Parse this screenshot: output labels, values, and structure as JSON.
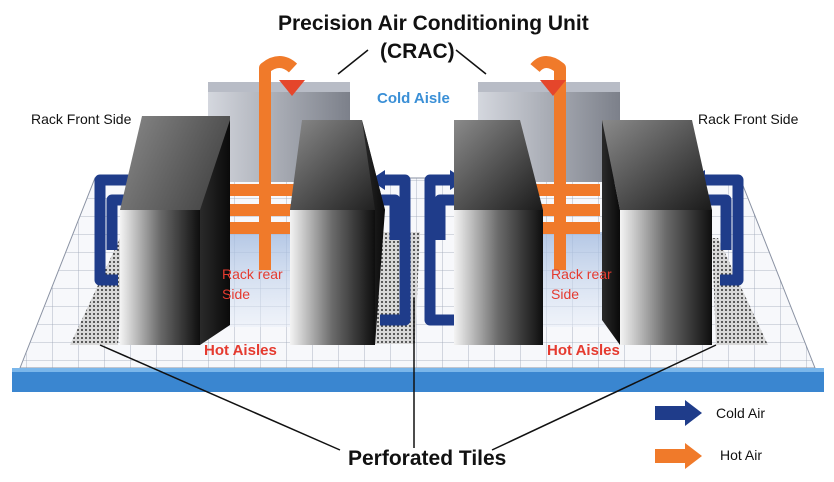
{
  "title_line1": "Precision Air Conditioning Unit",
  "title_line2": "(CRAC)",
  "cold_aisle": "Cold Aisle",
  "rack_front_left": "Rack Front Side",
  "rack_front_right": "Rack Front Side",
  "rack_rear_left_1": "Rack rear",
  "rack_rear_left_2": "Side",
  "rack_rear_right_1": "Rack rear",
  "rack_rear_right_2": "Side",
  "hot_aisles_left": "Hot Aisles",
  "hot_aisles_right": "Hot Aisles",
  "perforated_tiles": "Perforated Tiles",
  "legend": {
    "cold_air": "Cold Air",
    "hot_air": "Hot Air"
  },
  "colors": {
    "cold_air": "#1f3c8a",
    "hot_air": "#f07a2a",
    "floor": "#3a86d0",
    "cold_label": "#3a8fd6",
    "hot_label": "#e53a2f"
  }
}
